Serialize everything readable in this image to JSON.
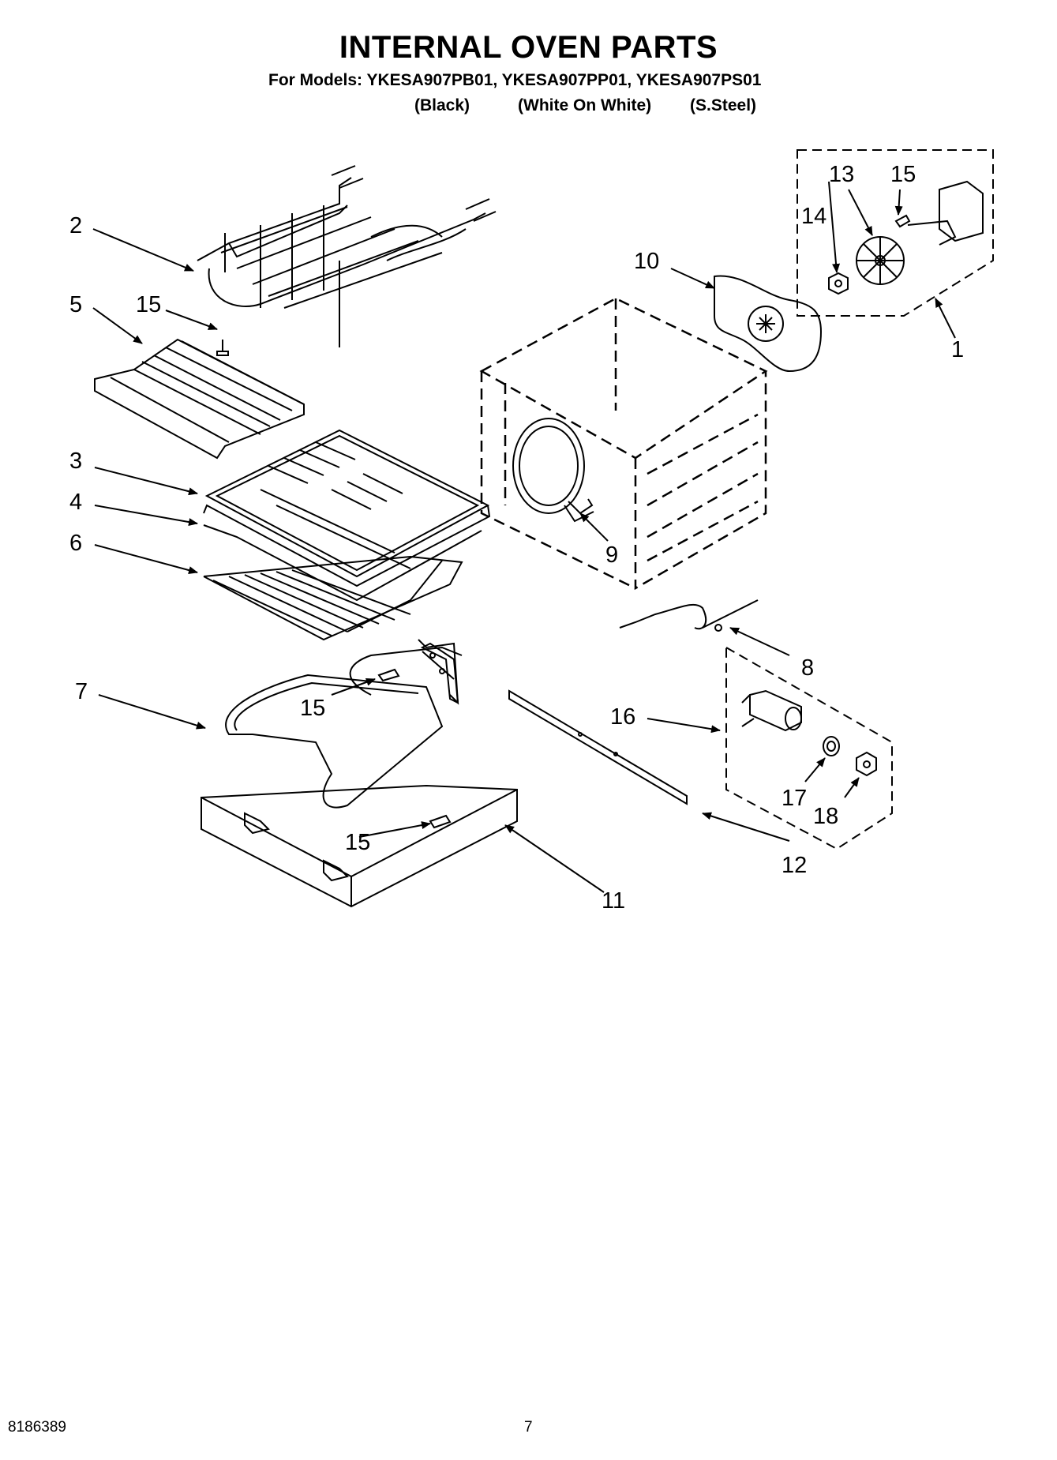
{
  "page": {
    "title": "INTERNAL OVEN PARTS",
    "models_line": "For Models: YKESA907PB01, YKESA907PP01, YKESA907PS01",
    "variants": [
      "(Black)",
      "(White On White)",
      "(S.Steel)"
    ],
    "footer_left": "8186389",
    "page_number": "7"
  },
  "callouts": [
    "1",
    "2",
    "3",
    "4",
    "5",
    "6",
    "7",
    "8",
    "9",
    "10",
    "11",
    "12",
    "13",
    "14",
    "15",
    "16",
    "17",
    "18"
  ]
}
